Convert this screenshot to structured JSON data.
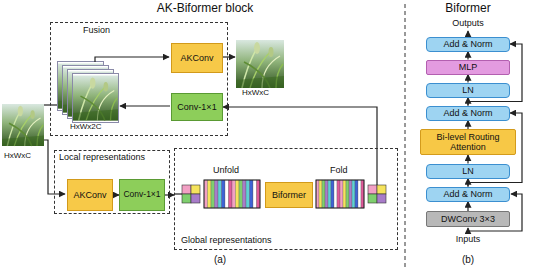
{
  "diagram": {
    "nodes": [
      {
        "text": [
          "Fusion"
        ]
      },
      {
        "text": [
          "AKConv"
        ],
        "in": 0
      },
      {
        "text": [
          "Conv-1×1"
        ],
        "in": 0
      },
      {
        "text": [
          "Local representations"
        ]
      },
      {
        "text": [
          "AKConv"
        ],
        "in": 3
      },
      {
        "text": [
          "Conv-1×1"
        ],
        "in": 3
      },
      {
        "text": [
          "Global representations"
        ]
      },
      {
        "text": [
          "Biformer"
        ],
        "in": 6
      },
      {
        "text": [
          "Add & Norm"
        ]
      },
      {
        "text": [
          "MLP"
        ]
      },
      {
        "text": [
          "LN"
        ]
      },
      {
        "text": [
          "Add & Norm"
        ]
      },
      {
        "text": [
          "Bi-level Routing Attention"
        ]
      },
      {
        "text": [
          "LN"
        ]
      },
      {
        "text": [
          "Add & Norm"
        ]
      },
      {
        "text": [
          "DWConv 3×3"
        ]
      }
    ],
    "edges": [
      {
        "from": 4,
        "to": 5,
        "arrow": "to"
      },
      {
        "from": 5,
        "to": 6,
        "arrow": "to"
      },
      {
        "from": 6,
        "to": 2,
        "arrow": "to"
      },
      {
        "from": 15,
        "to": 14,
        "arrow": "to"
      },
      {
        "from": 14,
        "to": 13,
        "arrow": "to"
      },
      {
        "from": 13,
        "to": 12,
        "arrow": "to"
      },
      {
        "from": 12,
        "to": 11,
        "arrow": "to"
      },
      {
        "from": 11,
        "to": 10,
        "arrow": "to"
      },
      {
        "from": 10,
        "to": 9,
        "arrow": "to"
      },
      {
        "from": 9,
        "to": 8,
        "arrow": "to"
      },
      {
        "from": 14,
        "to": 11,
        "arrow": "to"
      },
      {
        "from": 11,
        "to": 8,
        "arrow": "to"
      }
    ],
    "labels": [
      "AK-Biformer block",
      "Biformer",
      "HxWxC",
      "HxWx2C",
      "HxWxC",
      "Unfold",
      "Fold",
      "Outputs",
      "Inputs",
      "(a)",
      "(b)"
    ]
  }
}
